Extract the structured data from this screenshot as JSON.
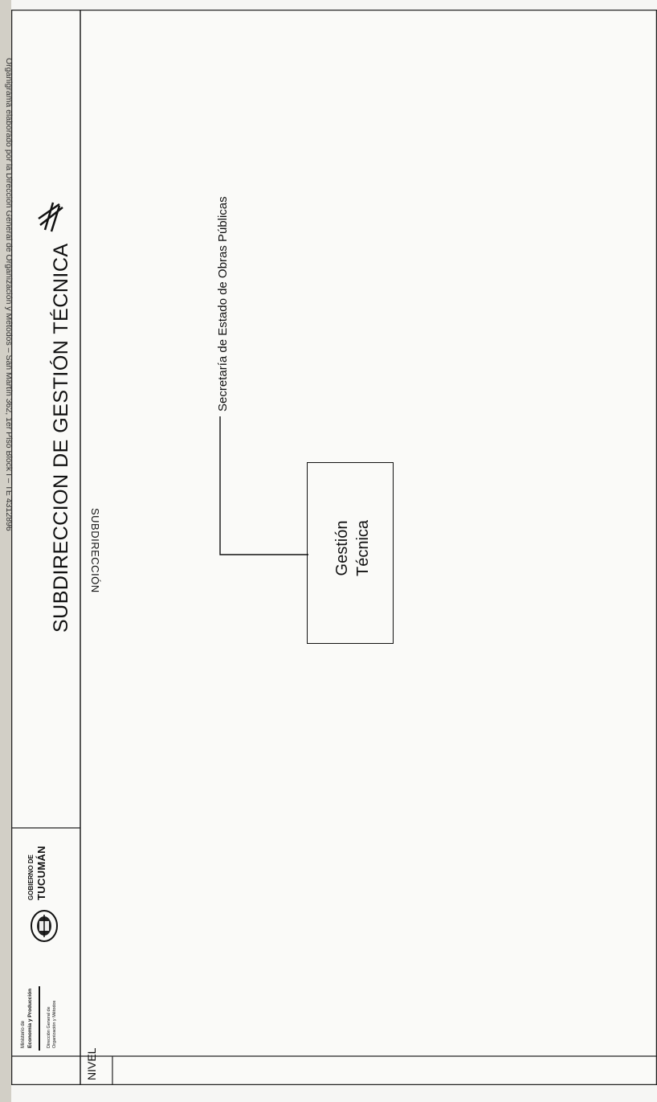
{
  "title": "SUBDIRECCION DE GESTIÓN TÉCNICA",
  "org_chart": {
    "parent_unit": "Secretaría de Estado de Obras Públicas",
    "unit_box": [
      "Gestión",
      "Técnica"
    ]
  },
  "level": {
    "label": "NIVEL",
    "value": "SUBDIRECCIÓN"
  },
  "logo": {
    "ministry_line1": "Ministerio de",
    "ministry_line2": "Economía y Producción",
    "direction_line1": "Dirección General de",
    "direction_line2": "Organización y Métodos",
    "gov_small": "GOBIERNO DE",
    "gov_big": "TUCUMÁN",
    "emblem": "coat-of-arms-icon"
  },
  "footer": "Organigrama elaborado por la Dirección General de Organización y Métodos – San Martín 362, 1er Piso Block I – TE 4312896",
  "colors": {
    "line": "#111111",
    "footer_bg": "#c9c6bd"
  }
}
